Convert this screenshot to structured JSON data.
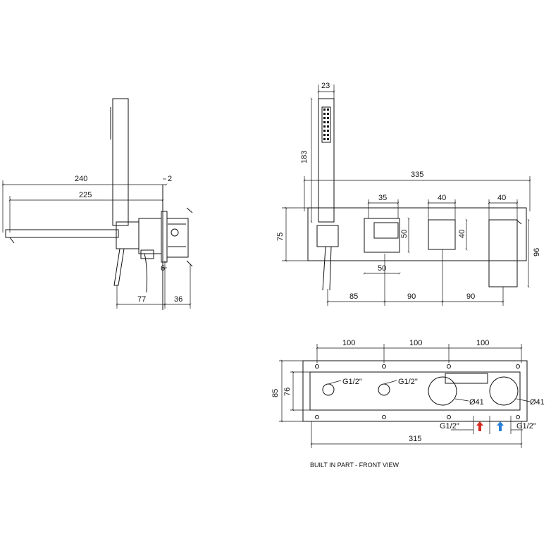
{
  "side_view": {
    "dims": {
      "d240": "240",
      "d2": "2",
      "d225": "225",
      "d6": "6",
      "d77": "77",
      "d36": "36"
    }
  },
  "front_view": {
    "dims": {
      "d23": "23",
      "d183": "183",
      "d335": "335",
      "d75": "75",
      "d35": "35",
      "d40a": "40",
      "d40b": "40",
      "d50h": "50",
      "d50v": "50",
      "d40v": "40",
      "d96": "96",
      "d85": "85",
      "d90a": "90",
      "d90b": "90"
    }
  },
  "built_in_part": {
    "dims": {
      "d100a": "100",
      "d100b": "100",
      "d100c": "100",
      "d85": "85",
      "d76": "76",
      "g1": "G1/2\"",
      "g2": "G1/2\"",
      "g3": "G1/2\"",
      "g4": "G1/2\"",
      "o41a": "Ø41",
      "o41b": "Ø41",
      "d315": "315"
    },
    "caption": "BUILT IN PART - FRONT VIEW"
  },
  "colors": {
    "line": "#111111",
    "hot_arrow": "#d42a1f",
    "cold_arrow": "#2b7fd6"
  }
}
